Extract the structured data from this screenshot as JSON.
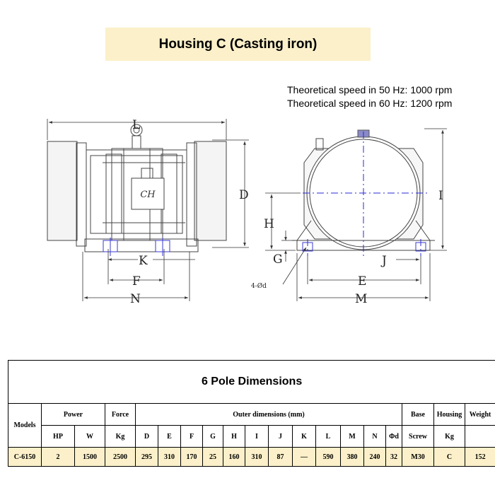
{
  "title": "Housing C (Casting iron)",
  "speed_50hz": "Theoretical speed in 50 Hz: 1000 rpm",
  "speed_60hz": "Theoretical speed in 60 Hz: 1200 rpm",
  "drawing": {
    "logo": "CH",
    "labels": {
      "L": "L",
      "D": "D",
      "K": "K",
      "F": "F",
      "N": "N",
      "H": "H",
      "G": "G",
      "E": "E",
      "M": "M",
      "J": "J",
      "I": "I",
      "holes": "4-Ød"
    }
  },
  "table": {
    "caption": "6 Pole Dimensions",
    "headers": {
      "models": "Models",
      "power": "Power",
      "force": "Force",
      "outer": "Outer dimensions (mm)",
      "base": "Base",
      "housing": "Housing",
      "weight": "Weight"
    },
    "subheaders": [
      "HP",
      "W",
      "Kg",
      "D",
      "E",
      "F",
      "G",
      "H",
      "I",
      "J",
      "K",
      "L",
      "M",
      "N",
      "Φd",
      "Screw",
      "Kg"
    ],
    "row": [
      "C-6150",
      "2",
      "1500",
      "2500",
      "295",
      "310",
      "170",
      "25",
      "160",
      "310",
      "87",
      "—",
      "590",
      "380",
      "240",
      "32",
      "M30",
      "C",
      "152"
    ]
  },
  "colors": {
    "highlight": "#fbf0c9",
    "centerline": "#2a2ad8"
  }
}
